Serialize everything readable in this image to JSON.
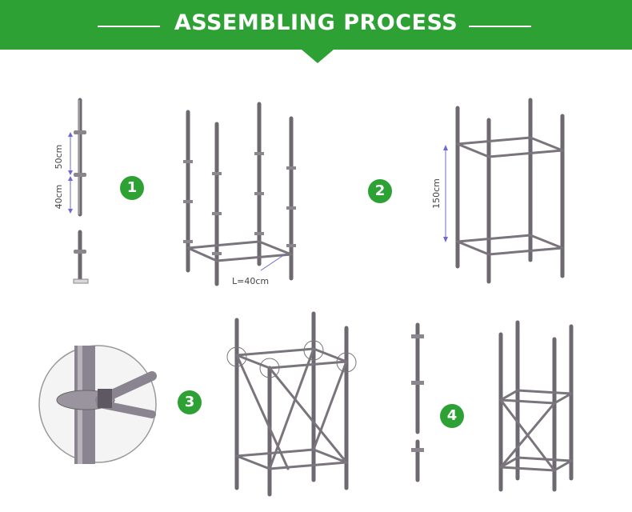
{
  "banner": {
    "title": "ASSEMBLING PROCESS"
  },
  "steps": [
    "1",
    "2",
    "3",
    "4"
  ],
  "labels": {
    "spacing_upper": "50cm",
    "spacing_lower": "40cm",
    "bottom_length": "L=40cm",
    "frame_height": "150cm"
  },
  "colors": {
    "banner": "#2ea135",
    "steel": "#6e6870"
  }
}
